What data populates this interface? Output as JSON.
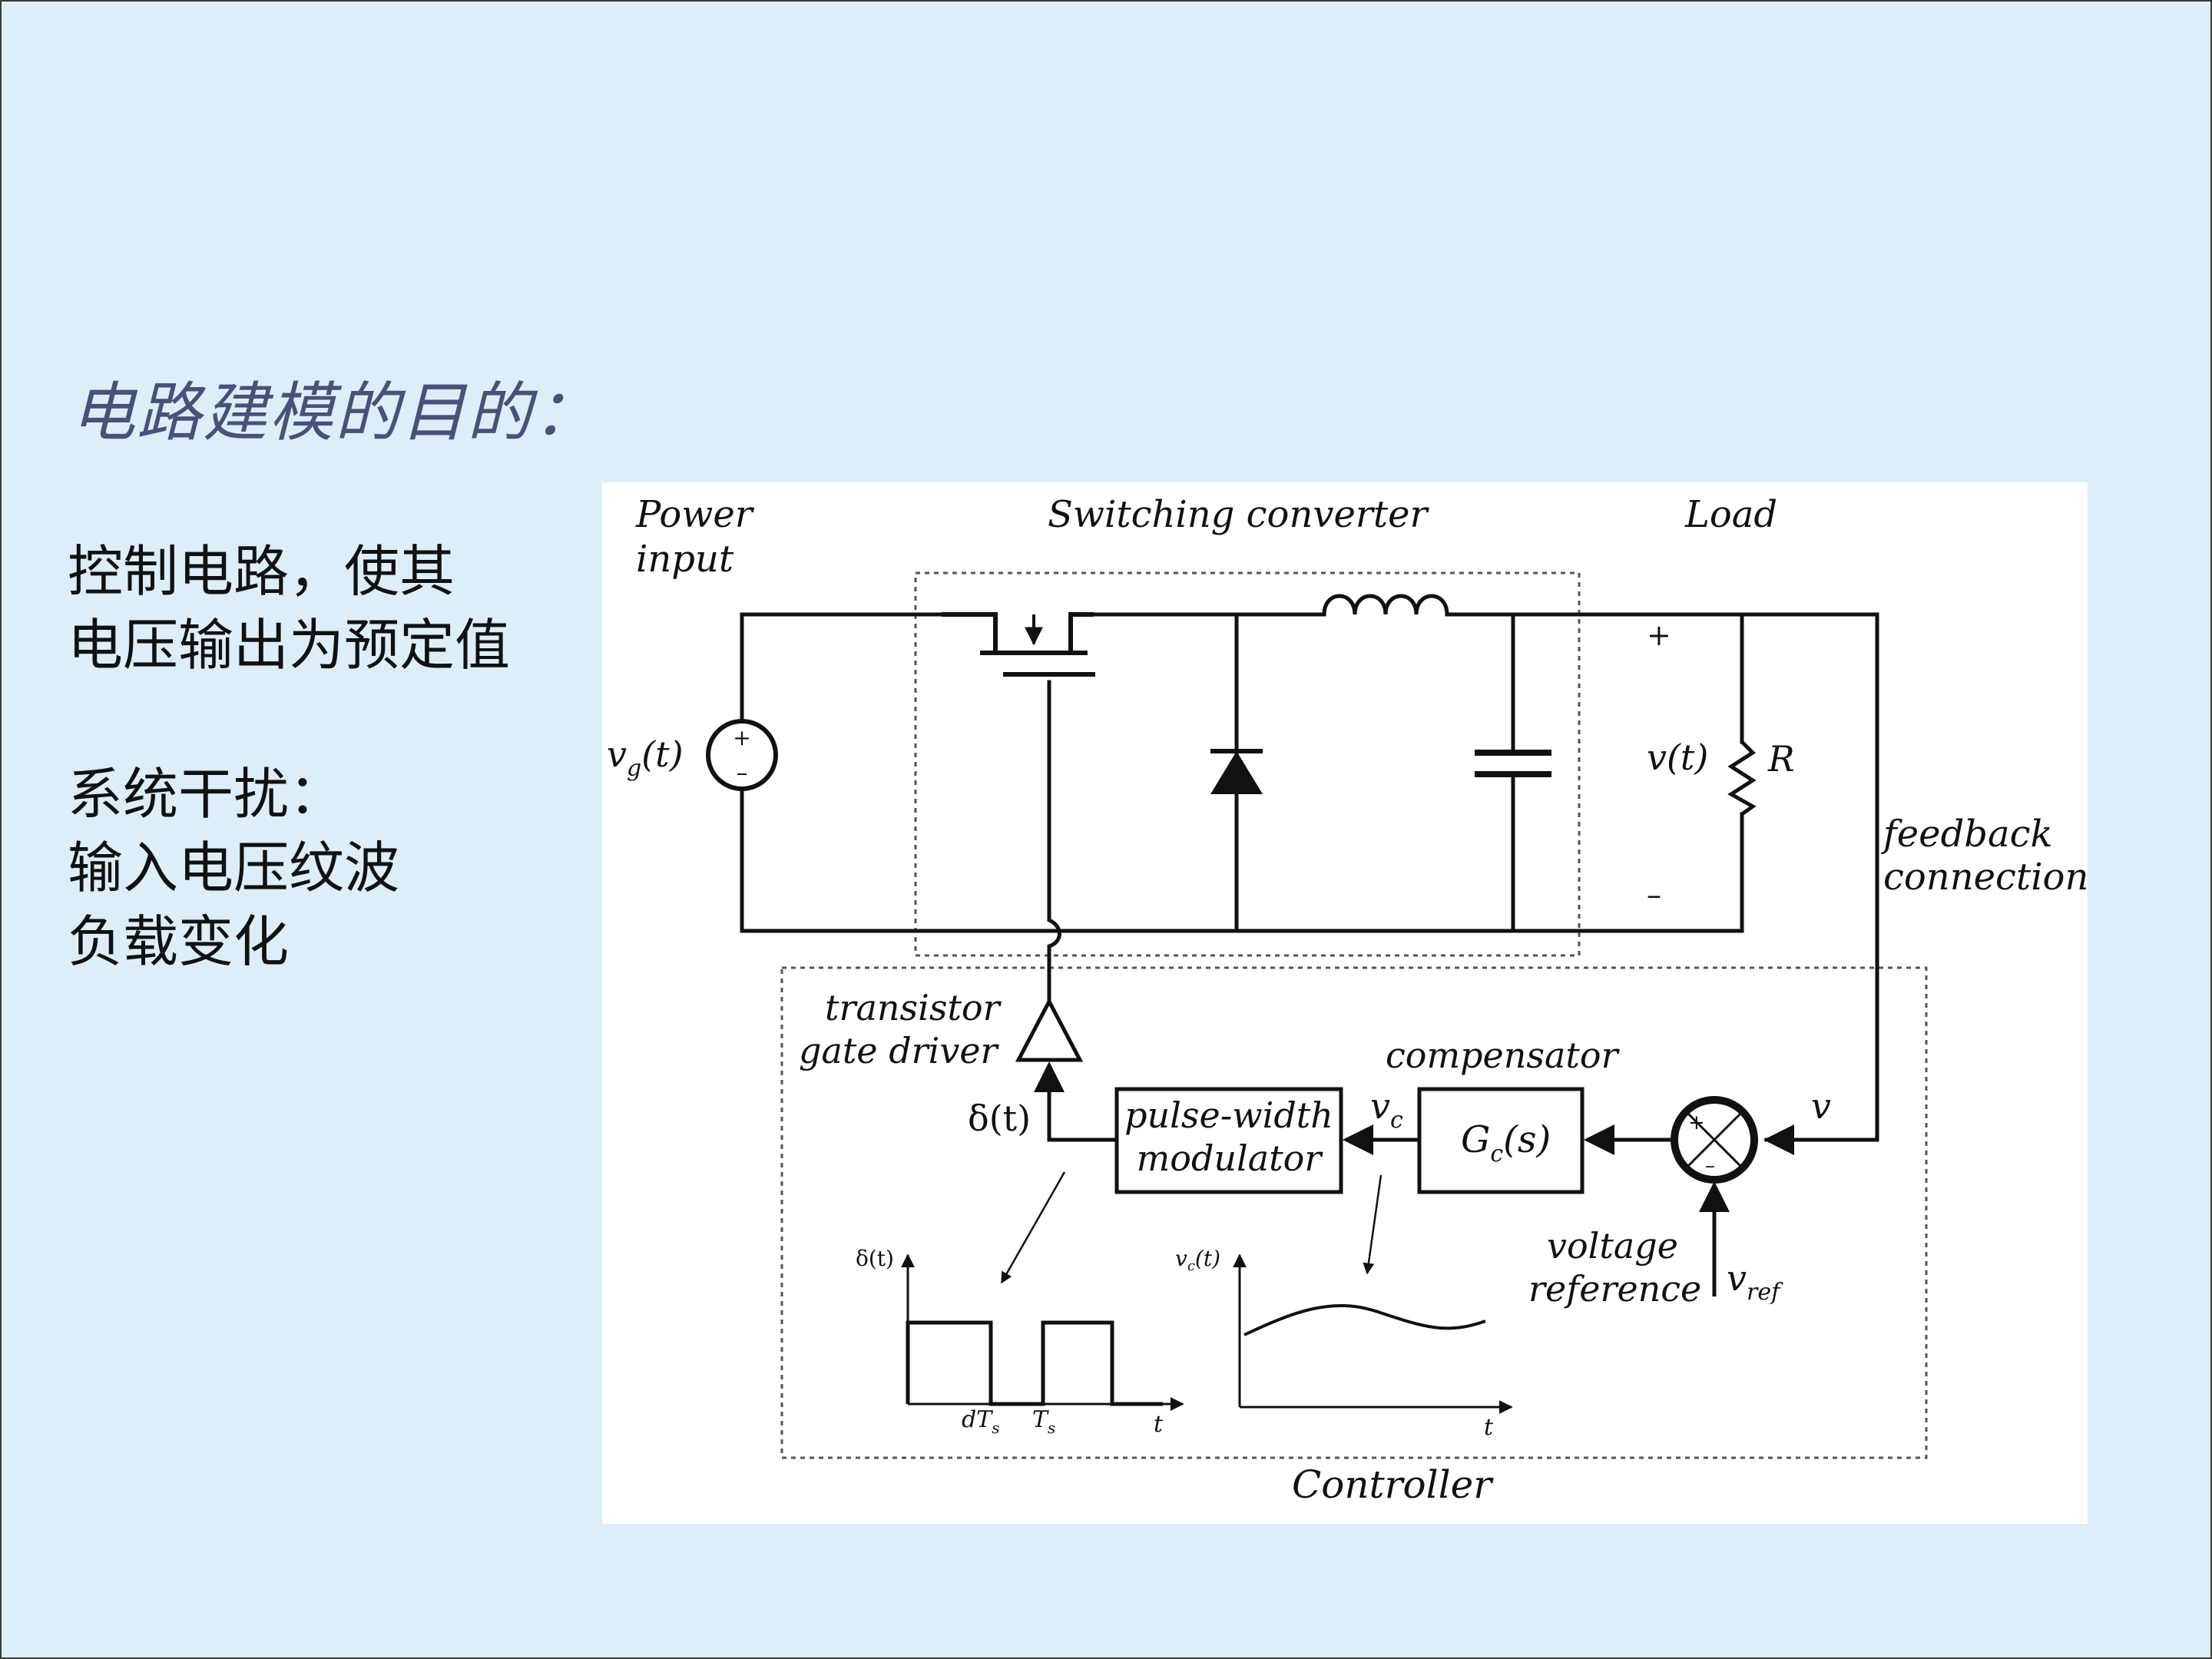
{
  "slide": {
    "title": "电路建模的目的：",
    "control_line1": "控制电路，使其",
    "control_line2": "电压输出为预定值",
    "disturb_heading": "系统干扰：",
    "disturb_item1": "输入电压纹波",
    "disturb_item2": "负载变化"
  },
  "diagram": {
    "power_input_1": "Power",
    "power_input_2": "input",
    "switching_converter": "Switching converter",
    "load": "Load",
    "vg_label": "v",
    "vg_sub": "g",
    "vg_arg": "(t)",
    "source_plus": "+",
    "source_minus": "–",
    "vt_label": "v(t)",
    "r_label": "R",
    "plus_sign": "+",
    "minus_sign": "–",
    "feedback_1": "feedback",
    "feedback_2": "connection",
    "gate_driver_1": "transistor",
    "gate_driver_2": "gate driver",
    "delta_label": "δ(t)",
    "pwm_1": "pulse-width",
    "pwm_2": "modulator",
    "vc_label": "v",
    "vc_sub": "c",
    "compensator": "compensator",
    "gc_label": "G",
    "gc_sub": "c",
    "gc_arg": "(s)",
    "v_label": "v",
    "voltage_ref_1": "voltage",
    "voltage_ref_2": "reference",
    "vref_label": "v",
    "vref_sub": "ref",
    "plot1_ylabel": "δ(t)",
    "plot1_tick1": "dT",
    "plot1_tick1_sub": "s",
    "plot1_tick2": "T",
    "plot1_tick2_sub": "s",
    "plot1_xlabel": "t",
    "plot2_ylabel": "v",
    "plot2_ylabel_sub": "c",
    "plot2_ylabel_arg": "(t)",
    "plot2_xlabel": "t",
    "controller": "Controller",
    "sum_plus": "+",
    "sum_minus": "–"
  }
}
